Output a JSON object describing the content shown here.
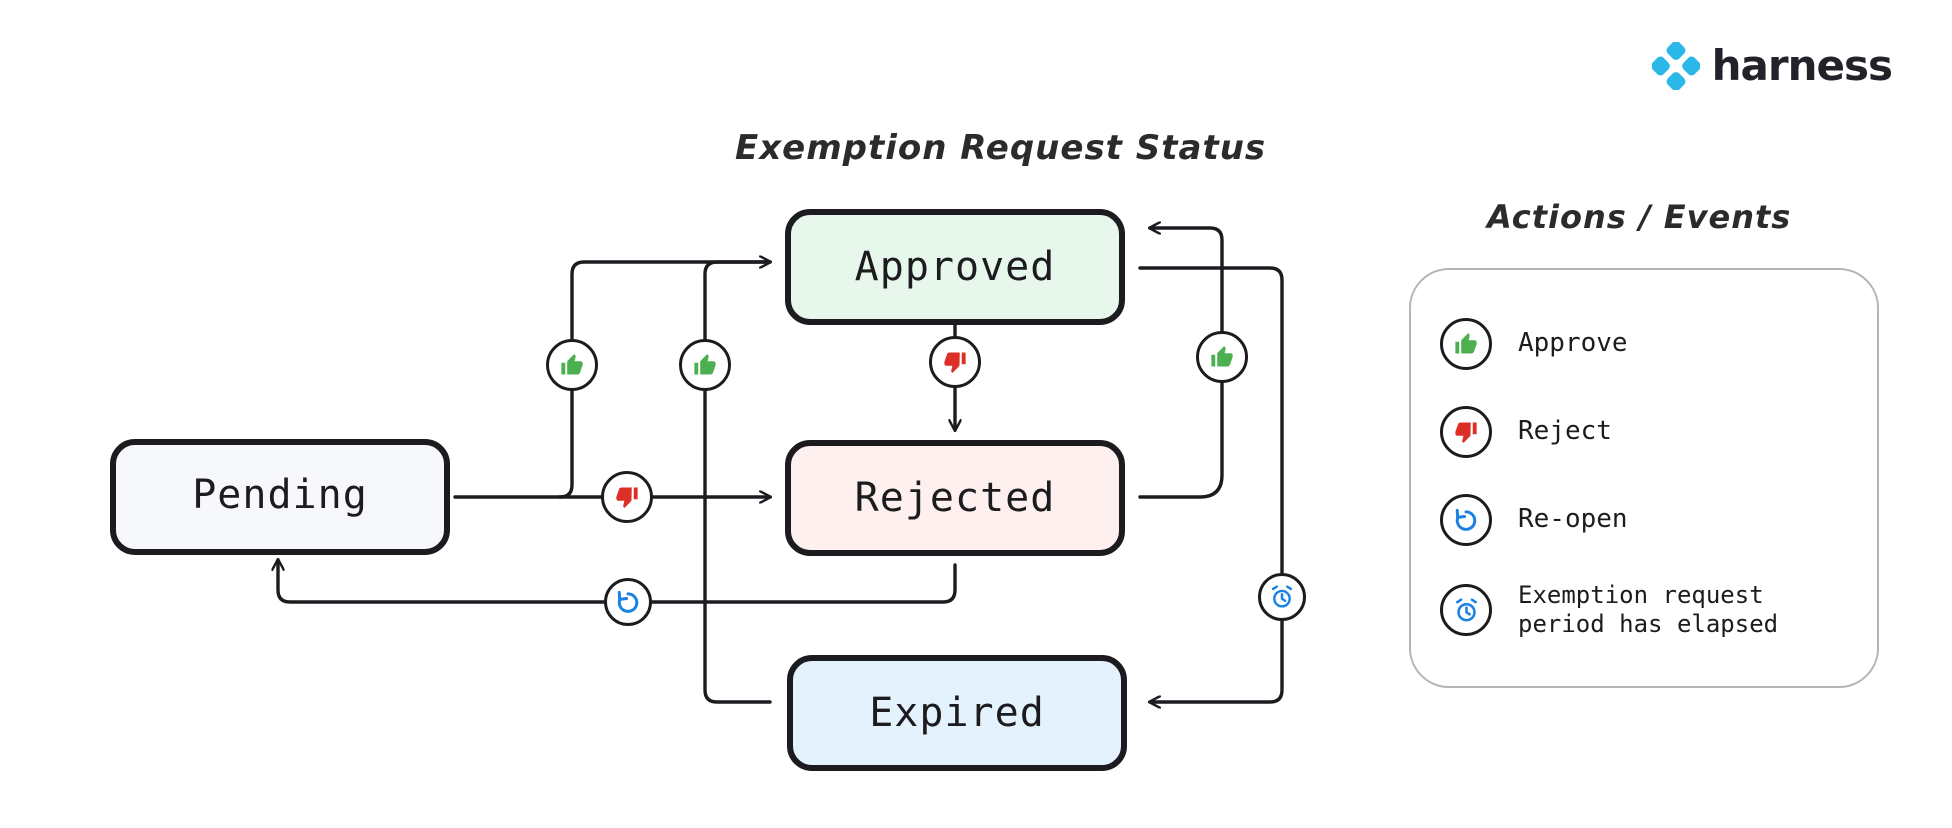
{
  "brand": {
    "name": "harness",
    "logo_icon": "harness-diamond-logo",
    "accent_color": "#2BB7E8",
    "wordmark_color": "#22222A"
  },
  "diagram": {
    "title": "Exemption Request Status",
    "type": "state-machine",
    "states": [
      {
        "id": "pending",
        "label": "Pending",
        "fill": "#f6f8fa",
        "border": "#1c1c20"
      },
      {
        "id": "approved",
        "label": "Approved",
        "fill": "#e7f7ec",
        "border": "#1c1c20"
      },
      {
        "id": "rejected",
        "label": "Rejected",
        "fill": "#fdf0ee",
        "border": "#1c1c20"
      },
      {
        "id": "expired",
        "label": "Expired",
        "fill": "#e3f2fd",
        "border": "#1c1c20"
      }
    ],
    "transitions": [
      {
        "from": "pending",
        "to": "approved",
        "event": "approve",
        "icon": "thumbs-up-icon"
      },
      {
        "from": "pending",
        "to": "rejected",
        "event": "reject",
        "icon": "thumbs-down-icon"
      },
      {
        "from": "approved",
        "to": "rejected",
        "event": "reject",
        "icon": "thumbs-down-icon"
      },
      {
        "from": "rejected",
        "to": "approved",
        "event": "approve",
        "icon": "thumbs-up-icon"
      },
      {
        "from": "rejected",
        "to": "pending",
        "event": "re-open",
        "icon": "reopen-icon"
      },
      {
        "from": "expired",
        "to": "approved",
        "event": "approve",
        "icon": "thumbs-up-icon"
      },
      {
        "from": "approved",
        "to": "expired",
        "event": "exemption-period-elapsed",
        "icon": "alarm-clock-icon"
      }
    ]
  },
  "legend": {
    "title": "Actions / Events",
    "items": [
      {
        "icon": "thumbs-up-icon",
        "label": "Approve",
        "color": "#4CAF50"
      },
      {
        "icon": "thumbs-down-icon",
        "label": "Reject",
        "color": "#DC2F26"
      },
      {
        "icon": "reopen-icon",
        "label": "Re-open",
        "color": "#1A82E2"
      },
      {
        "icon": "alarm-clock-icon",
        "label": "Exemption request\nperiod has elapsed",
        "color": "#1A82E2"
      }
    ]
  }
}
